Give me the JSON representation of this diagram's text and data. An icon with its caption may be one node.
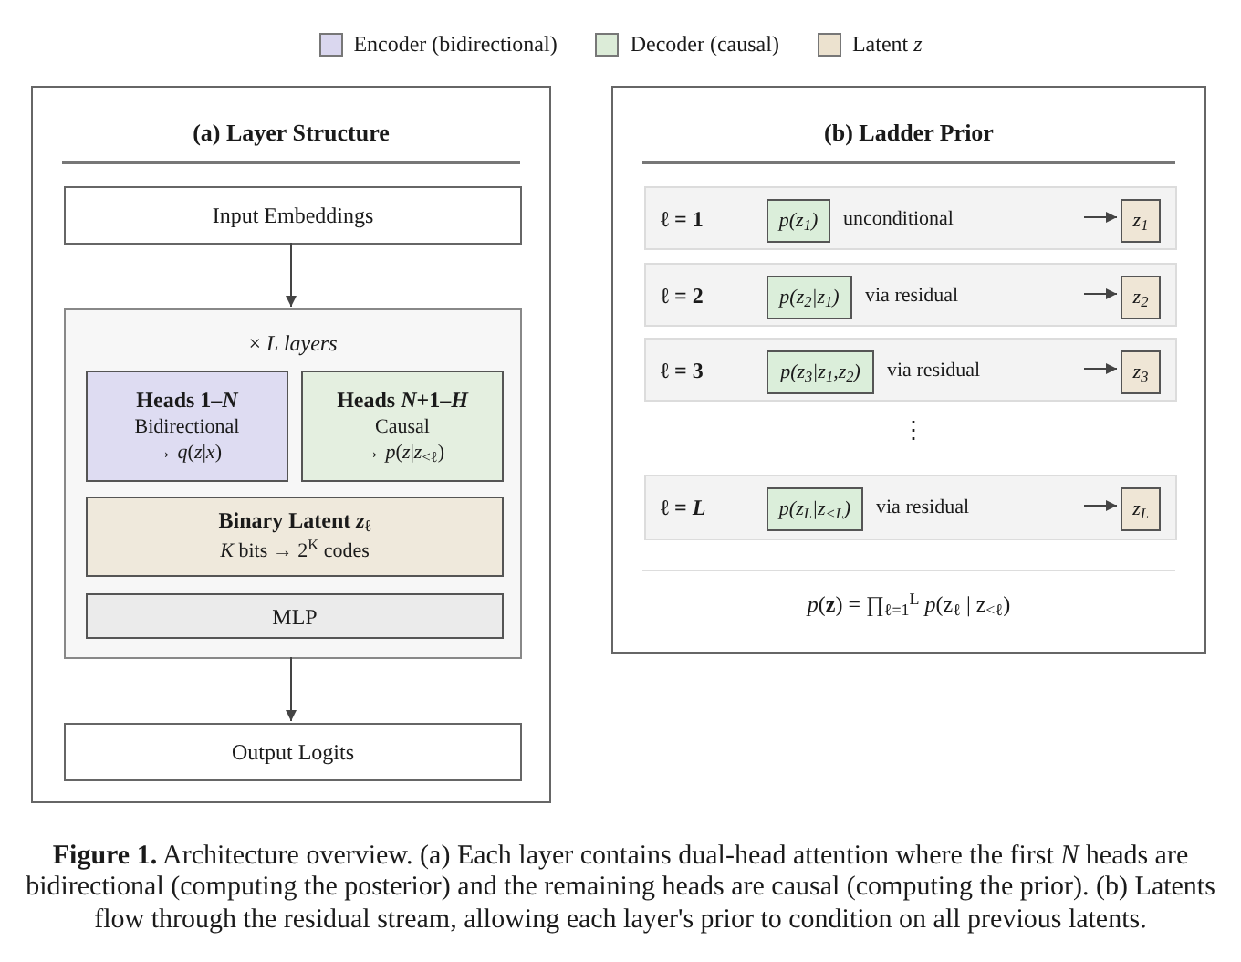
{
  "diagram": {
    "caption": "**Figure 1.** Architecture overview. (a) Each layer contains dual-head attention where the first *N* heads are bidirectional (computing the posterior) and the remaining heads are causal (computing the prior). (b) Latents flow through the residual stream, allowing each layer's prior to condition on all previous latents.",
    "nodes": [
      {
        "text": [
          "(a) Layer Structure"
        ]
      },
      {
        "text": [
          "Input Embeddings"
        ],
        "in": 0
      },
      {
        "text": [
          "× *L layers*"
        ],
        "in": 0
      },
      {
        "text": [
          "Heads 1–*N*",
          "Bidirectional",
          "→ *q*(*z*|*x*)"
        ],
        "in": 2
      },
      {
        "text": [
          "Heads *N*+1–*H*",
          "Causal",
          "→ *p*(*z*|*z*$_{<ℓ}$)"
        ],
        "in": 2
      },
      {
        "text": [
          "Binary Latent *z*$_{ℓ}$",
          "*K* bits → 2$^{K}$ codes"
        ],
        "in": 2
      },
      {
        "text": [
          "MLP"
        ],
        "in": 2
      },
      {
        "text": [
          "Output Logits"
        ],
        "in": 0
      },
      {
        "text": [
          "(b) Ladder Prior",
          "*p*(**z**) = ∏$_{ℓ=1}$$^{L}$ *p*(z$_{ℓ}$ | z$_{<ℓ}$)"
        ]
      },
      {
        "text": [
          "ℓ = 1",
          "unconditional"
        ],
        "in": 8
      },
      {
        "text": [
          "p(z$_{1}$)"
        ],
        "in": 9
      },
      {
        "text": [
          "z$_{1}$"
        ],
        "in": 9
      },
      {
        "text": [
          "ℓ = 2",
          "via residual"
        ],
        "in": 8
      },
      {
        "text": [
          "p(z$_{2}$|z$_{1}$)"
        ],
        "in": 12
      },
      {
        "text": [
          "z$_{2}$"
        ],
        "in": 12
      },
      {
        "text": [
          "ℓ = 3",
          "via residual"
        ],
        "in": 8
      },
      {
        "text": [
          "p(z$_{3}$|z$_{1}$,z$_{2}$)"
        ],
        "in": 15
      },
      {
        "text": [
          "z$_{3}$"
        ],
        "in": 15
      },
      {
        "text": [
          "ℓ = *L*",
          "via residual"
        ],
        "in": 8
      },
      {
        "text": [
          "p(z$_{L}$|z$_{<L}$)"
        ],
        "in": 18
      },
      {
        "text": [
          "z$_{L}$"
        ],
        "in": 18
      }
    ],
    "edges": [
      {
        "from": 1,
        "to": 2,
        "arrow": "to"
      },
      {
        "from": 2,
        "to": 7,
        "arrow": "to"
      },
      {
        "from": null,
        "to": 11,
        "arrow": "to"
      },
      {
        "from": null,
        "to": 14,
        "arrow": "to"
      },
      {
        "from": null,
        "to": 17,
        "arrow": "to"
      },
      {
        "from": null,
        "to": 20,
        "arrow": "to"
      }
    ],
    "labels": [
      "⋮"
    ],
    "legend": [
      {
        "text": "Encoder (bidirectional)",
        "color": "#dad7ef"
      },
      {
        "text": "Decoder (causal)",
        "color": "#dcecd8"
      },
      {
        "text": "Latent *z*",
        "color": "#ece2cf"
      }
    ]
  }
}
